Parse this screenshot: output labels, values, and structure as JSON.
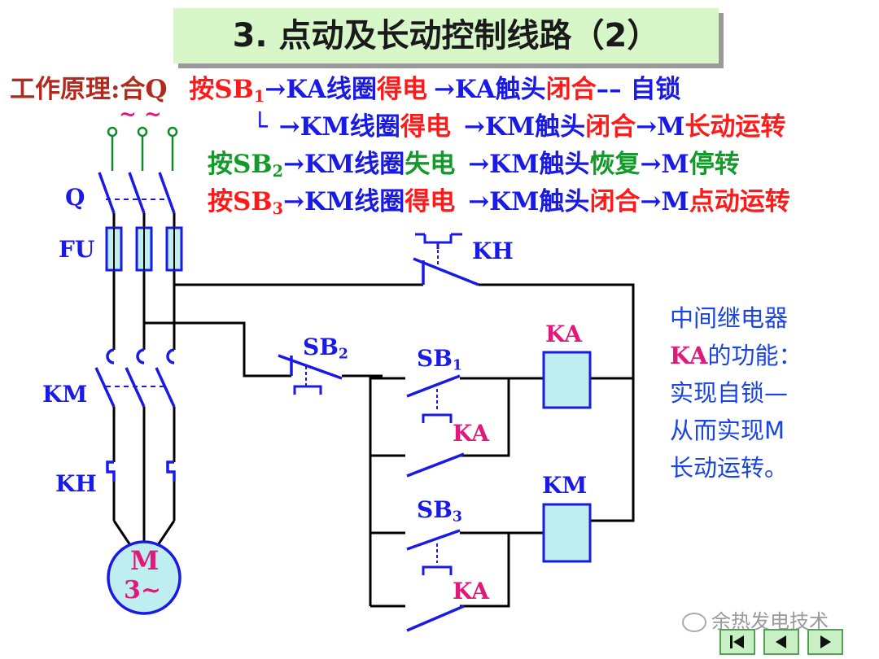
{
  "title": "3. 点动及长动控制线路（2）",
  "principle": {
    "heading": "工作原理:",
    "close_q": "合Q",
    "line1": {
      "press": "按SB",
      "sub": "1",
      "a": "→KA线圈",
      "b": "得电",
      "c": "→KA触头",
      "d": "闭合",
      "e": "–– 自锁"
    },
    "line2": {
      "prefix": "└",
      "a": "→KM线圈",
      "b": "得电",
      "c": "→KM触头",
      "d": "闭合",
      "e": "→M",
      "f": "长动运转"
    },
    "line3": {
      "press": "按SB",
      "sub": "2",
      "a": "→KM线圈",
      "b": "失电",
      "c": "→KM触头",
      "d": "恢复",
      "e": "→M",
      "f": "停转"
    },
    "line4": {
      "press": "按SB",
      "sub": "3",
      "a": "→KM线圈",
      "b": "得电",
      "c": "→KM触头",
      "d": "闭合",
      "e": "→M",
      "f": "点动运转"
    }
  },
  "labels": {
    "q": "Q",
    "fu": "FU",
    "km_main": "KM",
    "kh_main": "KH",
    "kh_aux": "KH",
    "tilde": "~ ~",
    "sb2": "SB",
    "sb2_sub": "2",
    "sb1": "SB",
    "sb1_sub": "1",
    "sb3": "SB",
    "sb3_sub": "3",
    "ka_coil": "KA",
    "km_coil": "KM",
    "ka_contact1": "KA",
    "ka_contact2": "KA",
    "motor_m": "M",
    "motor_3": "3~"
  },
  "note": {
    "line1": "中间继电器",
    "line2_kw": "KA",
    "line2": "的功能：",
    "line3": "实现自锁—",
    "line4": "从而实现M",
    "line5": "长动运转。"
  },
  "watermark": "余热发电技术",
  "nav": {
    "first": "first-page-icon",
    "prev": "previous-page-icon",
    "next": "next-page-icon"
  },
  "colors": {
    "wire": "#000000",
    "component": "#1a1ae6",
    "coil_fill": "#bfeef0",
    "red": "#ff1a1a",
    "green": "#139a2a",
    "pink": "#e0197a"
  }
}
